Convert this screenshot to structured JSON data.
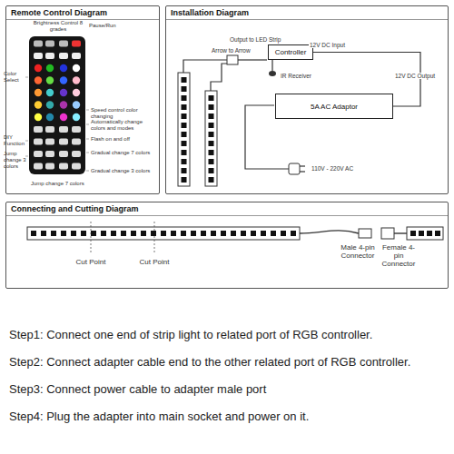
{
  "diagram": {
    "nodes": [
      {
        "text": [
          "Remote Control Diagram"
        ]
      },
      {
        "text": [
          "Installation Diagram"
        ]
      },
      {
        "text": [
          "Controller"
        ],
        "in": 1
      },
      {
        "text": [
          "5A AC Adaptor"
        ],
        "in": 1
      },
      {
        "text": [
          "Connecting and Cutting Diagram"
        ]
      }
    ],
    "edges": [
      {
        "from": 2,
        "to": 3,
        "arrow": "none"
      }
    ],
    "labels": [
      "Brightness Control 8 grades",
      "Pause/Run",
      "Color Select",
      "DIY Function",
      "Speed control color changing",
      "Automatically change colors and modes",
      "Flash on and off",
      "Gradual change 7 colors",
      "Jump change 3 colors",
      "Jump change 7 colors",
      "Gradual change 3 colors",
      "Output to LED Strip",
      "12V DC Input",
      "Arrow to Arrow",
      "IR Receiver",
      "12V DC Output",
      "110V - 220V AC",
      "Cut Point",
      "Cut Point",
      "Male 4-pin Connector",
      "Female 4-pin Connector",
      "Step1: Connect one end of strip light to related port of RGB controller.",
      "Step2: Connect adapter cable end to the other related port of RGB controller.",
      "Step3: Connect power cable to adapter male port",
      "Step4: Plug the adapter into main socket and power on it."
    ]
  }
}
